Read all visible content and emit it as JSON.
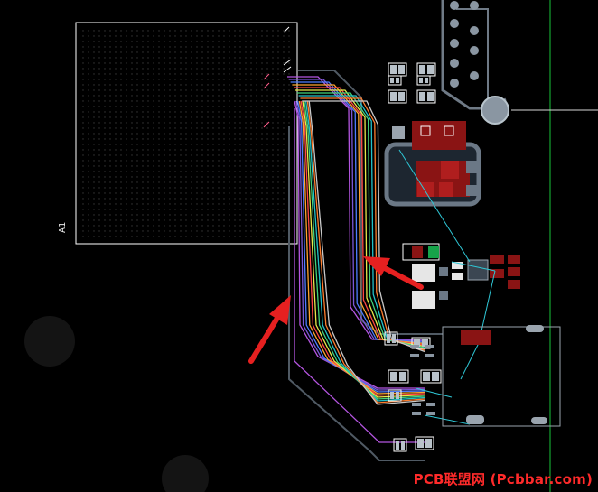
{
  "bga": {
    "pin1_label": "A1"
  },
  "watermark": {
    "text": "PCB联盟网 (Pcbbar.com)"
  },
  "colors": {
    "background": "#000000",
    "outline": "#ffffff",
    "copper_plane": "#5a6a78",
    "pad_red": "#a01818",
    "ratsnest": "#2fc7d6",
    "annotation_arrow": "#e62020",
    "watermark": "#ff2a2a",
    "guide_green": "#19c33a"
  },
  "trace_colors": [
    "#b455e0",
    "#7b57d6",
    "#4e7cff",
    "#ffa52e",
    "#ff4747",
    "#e8e84a",
    "#41d27a",
    "#22c1c9",
    "#ff7e2e",
    "#c9c9c9"
  ],
  "annotations": [
    {
      "type": "arrow",
      "icon": "red-arrow-icon",
      "direction": "up-right"
    },
    {
      "type": "arrow",
      "icon": "red-arrow-icon",
      "direction": "up-left"
    }
  ]
}
